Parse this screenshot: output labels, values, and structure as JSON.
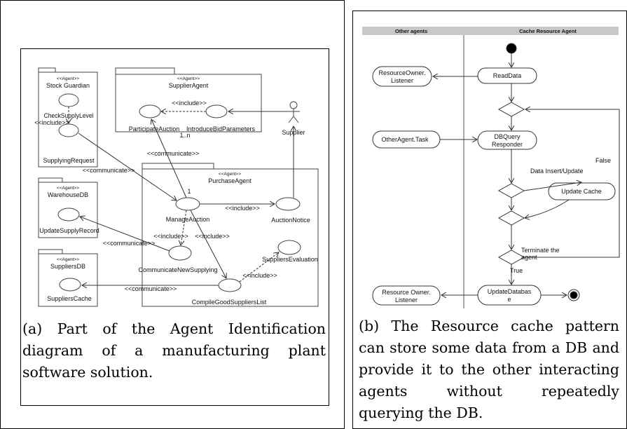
{
  "panel_a": {
    "packages": {
      "stock_guardian": {
        "stereotype": "<<Agent>>",
        "name": "Stock Guardian"
      },
      "supplier_agent": {
        "stereotype": "<<Agent>>",
        "name": "SupplierAgent"
      },
      "warehouse_db": {
        "stereotype": "<<Agent>>",
        "name": "WarehouseDB"
      },
      "purchase_agent": {
        "stereotype": "<<Agent>>",
        "name": "PurchaseAgent"
      },
      "suppliers_db": {
        "stereotype": "<<Agent>>",
        "name": "SuppliersDB"
      }
    },
    "use_cases": {
      "check_supply_level": "CheckSupplyLevel",
      "supplying_request": "SupplyingRequest",
      "participate_auction": "ParticipateAuction",
      "introduce_bid_parameters": "IntroduceBidParameters",
      "update_supply_record": "UpdateSupplyRecord",
      "manage_auction": "ManageAuction",
      "auction_notice": "AuctionNotice",
      "communicate_new_supplying": "CommunicateNewSupplying",
      "suppliers_evaluation": "SuppliersEvaluation",
      "suppliers_cache": "SuppliersCache",
      "compile_good_suppliers_list": "CompileGoodSuppliersList"
    },
    "actor": "Supplier",
    "relations": {
      "include": "<<include>>",
      "communicate": "<<communicate>>"
    },
    "multiplicity": {
      "one_to_n": "1..n",
      "one": "1"
    },
    "caption": "(a) Part of the Agent Identification diagram of a manufacturing plant software solution."
  },
  "panel_b": {
    "lanes": [
      "Other agents",
      "Cache Resource Agent"
    ],
    "activities": {
      "resource_owner_listener_1": "ResourceOwner.\nListener",
      "read_data": "ReadData",
      "other_agent_task": "OtherAgent.Task",
      "db_query_responder": "DBQuery\nResponder",
      "update_cache": "Update Cache",
      "resource_owner_listener_2": "Resource Owner.\nListener",
      "update_database": "UpdateDatabas\ne"
    },
    "guards": {
      "false": "False",
      "data_insert_update": "Data Insert/Update",
      "terminate": "Terminate the\nagent",
      "true": "True"
    },
    "caption": "(b) The Resource cache pattern can store some data from a DB and provide it to the other interacting agents without repeatedly querying the DB."
  },
  "colors": {
    "lane_header": "#c8c8c8",
    "line": "#333333",
    "background": "#ffffff"
  }
}
